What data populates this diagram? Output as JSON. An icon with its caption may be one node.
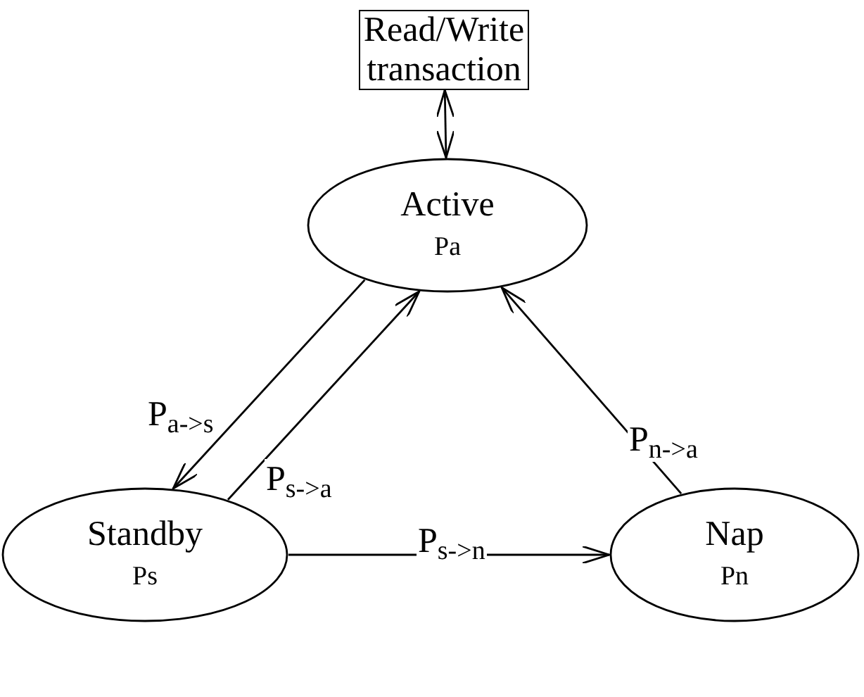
{
  "diagram": {
    "nodes": [
      {
        "text": [
          "Read/Write transaction"
        ]
      },
      {
        "text": [
          "Active",
          "Pa"
        ]
      },
      {
        "text": [
          "Standby",
          "Ps"
        ]
      },
      {
        "text": [
          "Nap",
          "Pn"
        ]
      }
    ],
    "edges": [
      {
        "from": 0,
        "to": 1,
        "arrow": "both"
      },
      {
        "from": 1,
        "to": 2,
        "arrow": "to",
        "label": "P$_{a->s}$"
      },
      {
        "from": 2,
        "to": 1,
        "arrow": "to",
        "label": "P$_{s->a}$"
      },
      {
        "from": 2,
        "to": 3,
        "arrow": "to",
        "label": "P$_{s->n}$"
      },
      {
        "from": 3,
        "to": 1,
        "arrow": "to",
        "label": "P$_{n->a}$"
      }
    ]
  }
}
